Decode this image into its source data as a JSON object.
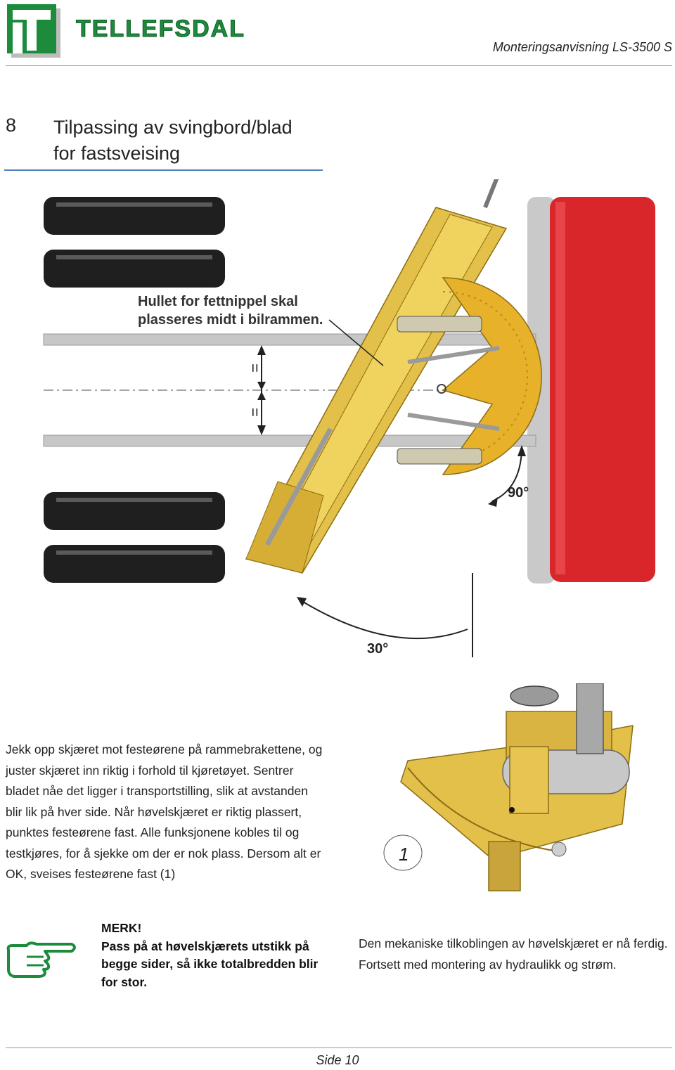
{
  "header": {
    "logo_text": "TELLEFSDAL",
    "title": "Monteringsanvisning LS-3500 S"
  },
  "section": {
    "number": "8",
    "title_line1": "Tilpassing av svingbord/blad",
    "title_line2": "for fastsveising"
  },
  "diagram": {
    "callout_line1": "Hullet for fettnippel skal",
    "callout_line2": "plasseres midt i bilrammen.",
    "equal_mark": "=",
    "angle_90": "90°",
    "angle_30": "30°",
    "colors": {
      "blade": "#e3c04a",
      "vehicle": "#d9262b",
      "tyre": "#222222",
      "frame": "#c9c9c9"
    }
  },
  "body": {
    "paragraph": "Jekk opp skjæret mot festeørene på rammebrakettene, og juster skjæret inn riktig i forhold til kjøretøyet. Sentrer bladet nåe det ligger i transportstilling, slik at avstanden blir lik på hver side. Når høvelskjæret er riktig plassert, punktes festeørene fast. Alle funksjonene kobles til og testkjøres, for å sjekke om der er nok plass. Dersom alt er OK, sveises festeørene fast (1)"
  },
  "detail_figure": {
    "label": "1"
  },
  "note": {
    "heading": "MERK!",
    "text": "Pass på at høvelskjærets utstikk på begge sider, så ikke totalbredden blir for stor."
  },
  "mechanical": {
    "text": "Den mekaniske tilkoblingen av høvelskjæret er nå ferdig. Fortsett med montering av hydraulikk og strøm."
  },
  "footer": {
    "page": "Side 10"
  }
}
